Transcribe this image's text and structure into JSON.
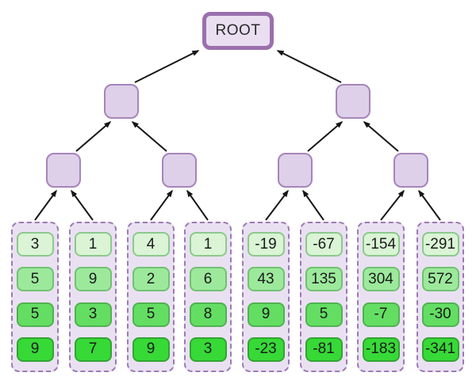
{
  "diagram": {
    "type": "segment-tree",
    "root_label": "ROOT",
    "internal_node_count": 6,
    "leaf_column_count": 8
  },
  "columns": [
    {
      "values": [
        3,
        5,
        5,
        9
      ]
    },
    {
      "values": [
        1,
        9,
        3,
        7
      ]
    },
    {
      "values": [
        4,
        2,
        5,
        9
      ]
    },
    {
      "values": [
        1,
        6,
        8,
        3
      ]
    },
    {
      "values": [
        -19,
        43,
        9,
        -23
      ]
    },
    {
      "values": [
        -67,
        135,
        5,
        -81
      ]
    },
    {
      "values": [
        -154,
        304,
        -7,
        -183
      ]
    },
    {
      "values": [
        -291,
        572,
        -30,
        -341
      ]
    }
  ],
  "colors": {
    "background": "#ffffff",
    "root_fill": "#e9dff1",
    "root_border": "#9b70ad",
    "node_fill": "#ded0e9",
    "node_border": "#a685ba",
    "column_fill": "#e9e1f1",
    "column_border": "#9d7ab3",
    "cell_row_fills": [
      "#daf4d5",
      "#9ce99c",
      "#63de63",
      "#37d937"
    ],
    "cell_row_borders": [
      "#8dc88d",
      "#72c172",
      "#52b152",
      "#33a433"
    ],
    "arrow": "#161616",
    "text": "#1b1b1b"
  }
}
